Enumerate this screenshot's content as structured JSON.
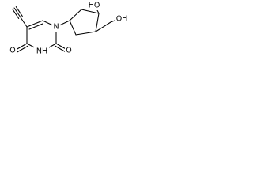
{
  "structure": {
    "atoms": {
      "ring_n1": "N",
      "ring_n3": "NH",
      "carbonyl_o2": "O",
      "carbonyl_o4": "O",
      "hydroxyl_ring": "HO",
      "hydroxyl_methyl": "OH"
    }
  }
}
